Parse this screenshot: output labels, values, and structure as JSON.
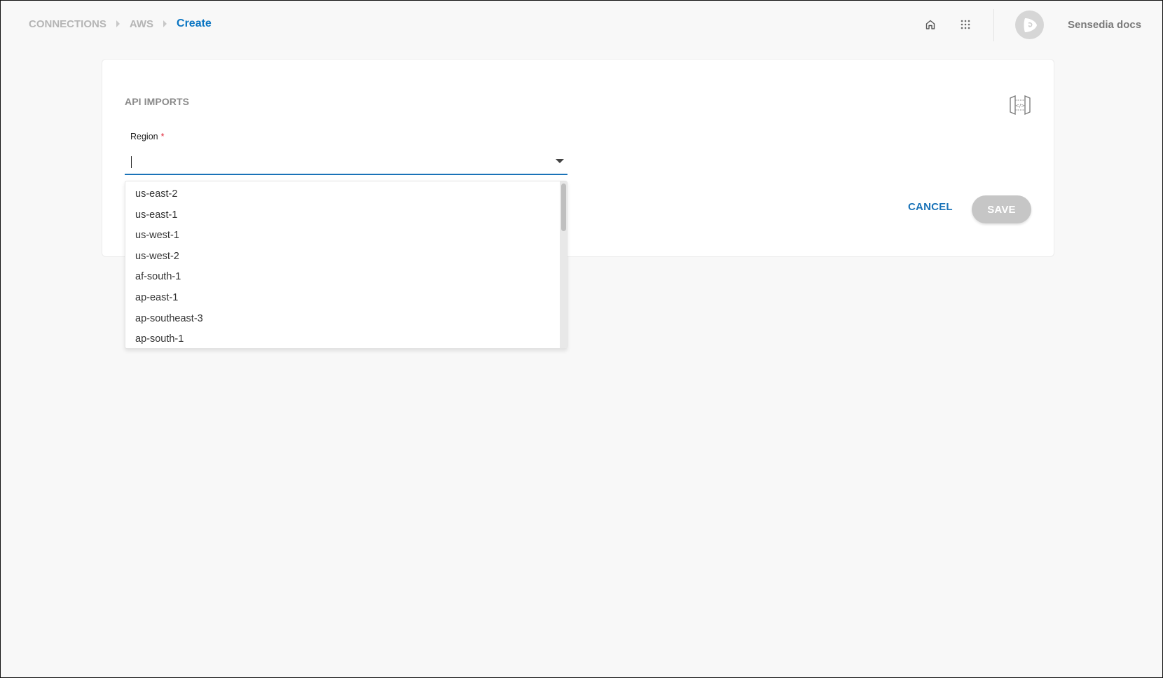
{
  "breadcrumb": {
    "items": [
      "CONNECTIONS",
      "AWS",
      "Create"
    ]
  },
  "header": {
    "icons": [
      "home-icon",
      "apps-grid-icon"
    ],
    "user_name": "Sensedia docs"
  },
  "card": {
    "section_title": "API IMPORTS",
    "region": {
      "label": "Region",
      "required_mark": "*",
      "value": ""
    },
    "dropdown": {
      "options": [
        "us-east-2",
        "us-east-1",
        "us-west-1",
        "us-west-2",
        "af-south-1",
        "ap-east-1",
        "ap-southeast-3",
        "ap-south-1"
      ]
    },
    "cancel_label": "CANCEL",
    "save_label": "SAVE"
  },
  "colors": {
    "accent": "#1a73b8",
    "breadcrumb_active": "#0a75c2",
    "required": "#e0273a",
    "save_disabled": "#c6c6c6",
    "background": "#f8f8f8"
  }
}
